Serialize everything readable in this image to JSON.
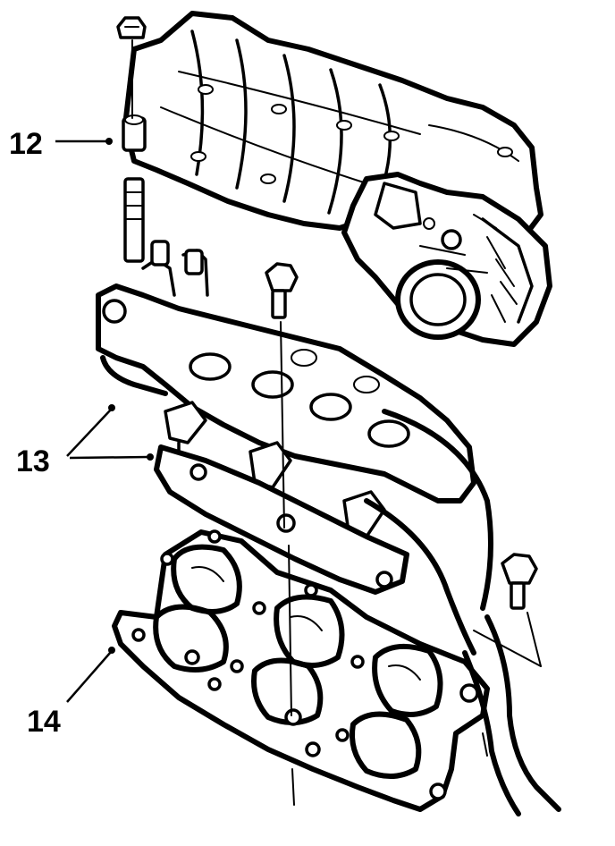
{
  "callouts": [
    {
      "id": "12",
      "label": "12"
    },
    {
      "id": "13",
      "label": "13"
    },
    {
      "id": "14",
      "label": "14"
    }
  ],
  "parts": {
    "upper": "upper-intake-manifold",
    "throttle": "throttle-body",
    "fuel_rail": "fuel-rail-with-injectors",
    "lower": "lower-intake-manifold",
    "stud": "manifold-stud",
    "bolt": "flange-bolt"
  }
}
